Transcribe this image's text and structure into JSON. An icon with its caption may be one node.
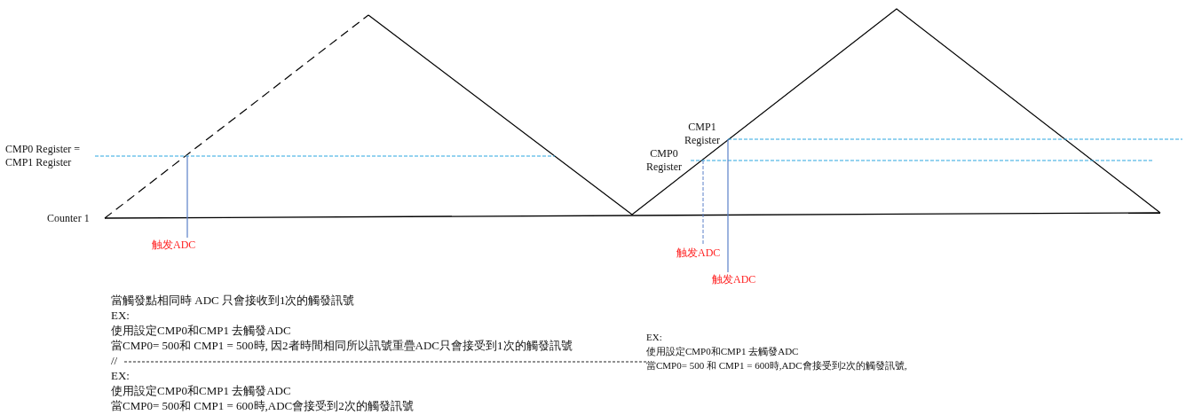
{
  "diagram": {
    "labels": [
      "CMP1 Register",
      "CMP0 Register = CMP1 Register",
      "CMP0 Register",
      "Counter 1",
      "触发ADC",
      "触发ADC",
      "触发ADC",
      "當觸發點相同時 ADC 只會接收到1次的觸發訊號",
      "EX:",
      "使用設定CMP0和CMP1 去觸發ADC",
      "當CMP0= 500和 CMP1 = 500時, 因2者時間相同所以訊號重疊ADC只會接受到1次的觸發訊號",
      "//",
      "EX:",
      "使用設定CMP0和CMP1 去觸發ADC",
      "當CMP0= 500和 CMP1 = 600時,ADC會接受到2次的觸發訊號",
      "EX:",
      "使用設定CMP0和CMP1 去觸發ADC",
      "當CMP0= 500 和 CMP1 = 600時,ADC會接受到2次的觸發訊號,"
    ]
  }
}
